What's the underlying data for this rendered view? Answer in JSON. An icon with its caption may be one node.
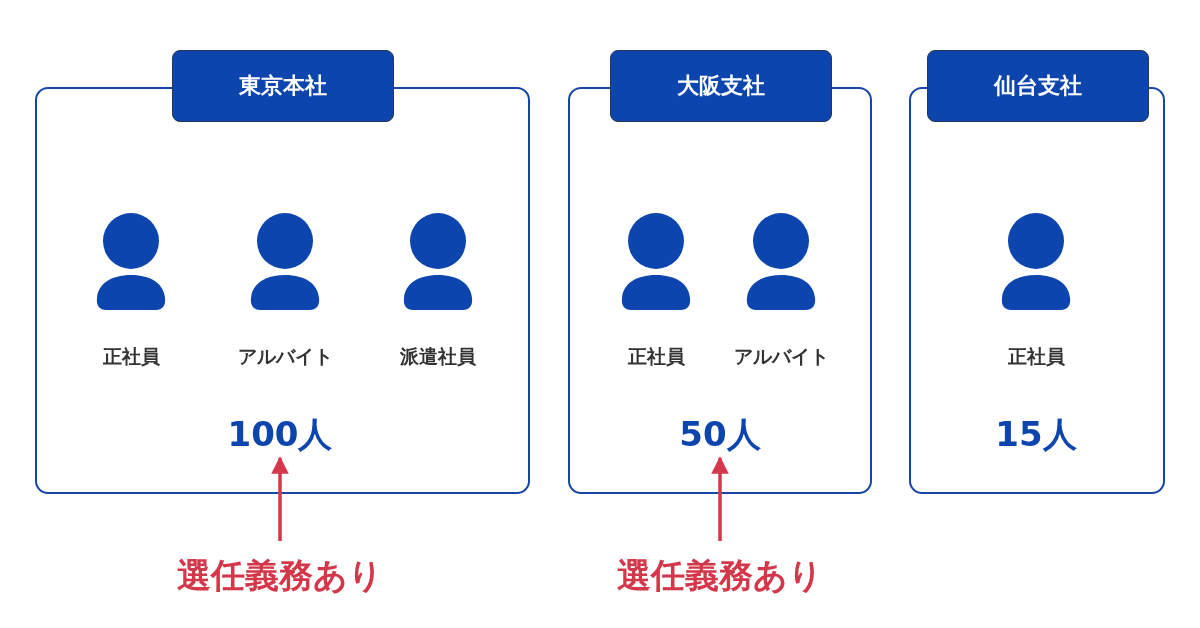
{
  "diagram": {
    "nodes": [
      {
        "text": [
          "東京本社",
          "正社員",
          "アルバイト",
          "派遣社員"
        ]
      },
      {
        "text": [
          "100人"
        ],
        "in": 0
      },
      {
        "text": [
          "大阪支社",
          "正社員",
          "アルバイト"
        ]
      },
      {
        "text": [
          "50人"
        ],
        "in": 2
      },
      {
        "text": [
          "仙台支社",
          "正社員"
        ]
      },
      {
        "text": [
          "15人"
        ],
        "in": 4
      },
      {
        "text": [
          "選任義務あり"
        ]
      },
      {
        "text": [
          "選任義務あり"
        ]
      }
    ],
    "edges": [
      {
        "from": 6,
        "to": 1,
        "arrow": "to"
      },
      {
        "from": 7,
        "to": 3,
        "arrow": "to"
      }
    ]
  }
}
